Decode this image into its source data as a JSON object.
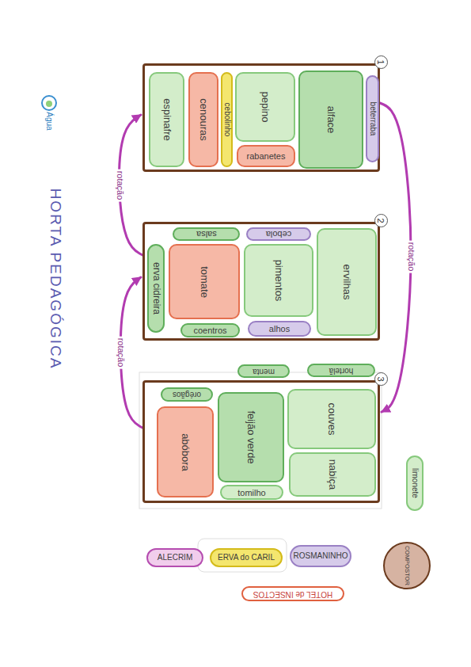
{
  "diagram": {
    "title": "HORTA PEDAGÓGICA",
    "nodes": [
      {
        "text": [
          "1"
        ]
      },
      {
        "text": [
          "espinafre"
        ],
        "in": 0
      },
      {
        "text": [
          "cenouras"
        ],
        "in": 0
      },
      {
        "text": [
          "cebolinho"
        ],
        "in": 0
      },
      {
        "text": [
          "pepino"
        ],
        "in": 0
      },
      {
        "text": [
          "rabanetes"
        ],
        "in": 0
      },
      {
        "text": [
          "alface"
        ],
        "in": 0
      },
      {
        "text": [
          "beterraba"
        ],
        "in": 0
      },
      {
        "text": [
          "2"
        ]
      },
      {
        "text": [
          "salsa"
        ],
        "in": 8
      },
      {
        "text": [
          "erva cidreira"
        ],
        "in": 8
      },
      {
        "text": [
          "tomate"
        ],
        "in": 8
      },
      {
        "text": [
          "coentros"
        ],
        "in": 8
      },
      {
        "text": [
          "cebola"
        ],
        "in": 8
      },
      {
        "text": [
          "pimentos"
        ],
        "in": 8
      },
      {
        "text": [
          "alhos"
        ],
        "in": 8
      },
      {
        "text": [
          "ervilhas"
        ],
        "in": 8
      },
      {
        "text": [
          "3"
        ]
      },
      {
        "text": [
          "orégãos"
        ],
        "in": 17
      },
      {
        "text": [
          "abóbora"
        ],
        "in": 17
      },
      {
        "text": [
          "feijão verde"
        ],
        "in": 17
      },
      {
        "text": [
          "tomilho"
        ],
        "in": 17
      },
      {
        "text": [
          "couves"
        ],
        "in": 17
      },
      {
        "text": [
          "nabiça"
        ],
        "in": 17
      },
      {
        "text": [
          "menta"
        ]
      },
      {
        "text": [
          "hortelã"
        ]
      },
      {
        "text": [
          "limonete"
        ]
      },
      {
        "text": [
          "ALECRIM"
        ]
      },
      {
        "text": [
          "ERVA do CARIL"
        ]
      },
      {
        "text": [
          "ROSMANINHO"
        ]
      },
      {
        "text": [
          "COMPOSTOR"
        ]
      },
      {
        "text": [
          "HOTEL de INSECTOS"
        ]
      }
    ],
    "edges": [
      {
        "from": 8,
        "to": 0,
        "label": "rotação",
        "arrow": "to"
      },
      {
        "from": 0,
        "to": 17,
        "label": "rotação",
        "arrow": "to"
      },
      {
        "from": 17,
        "to": 8,
        "label": "rotação",
        "arrow": "to"
      }
    ],
    "labels": [
      "Água"
    ]
  }
}
